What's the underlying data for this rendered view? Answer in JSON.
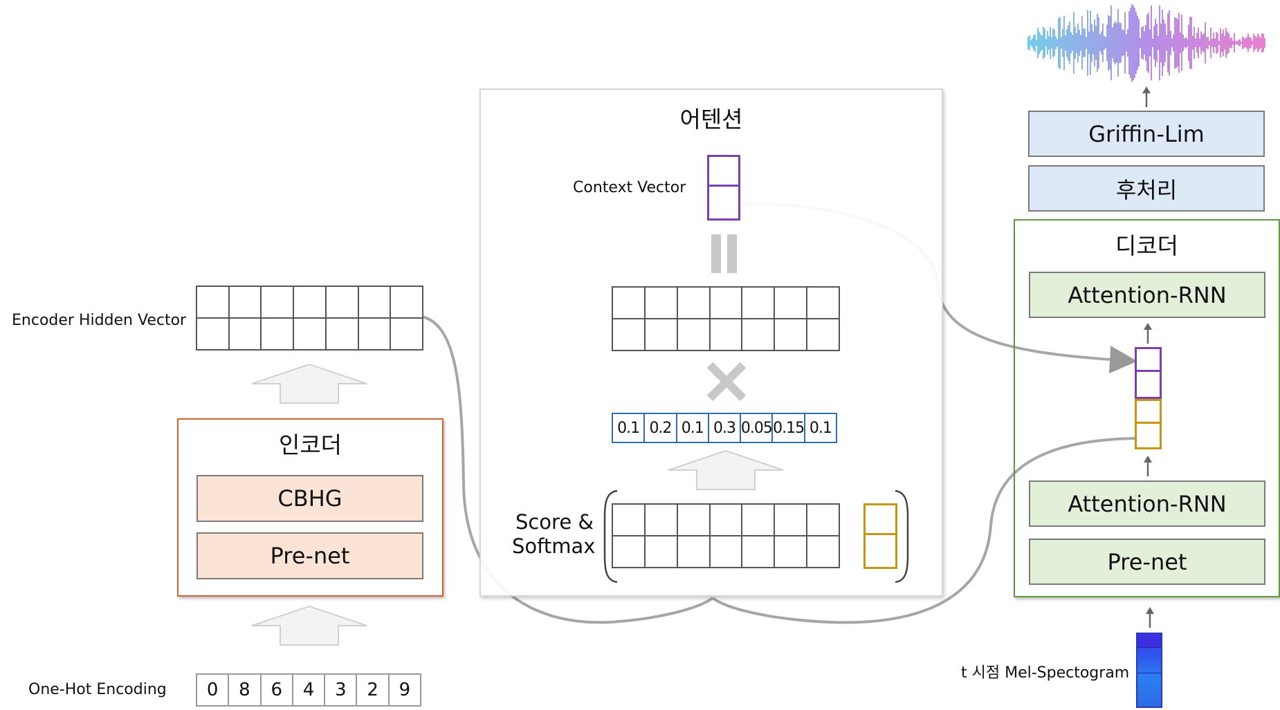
{
  "encoder": {
    "title": "인코더",
    "blocks": [
      "CBHG",
      "Pre-net"
    ],
    "hidden_label": "Encoder Hidden Vector",
    "onehot_label": "One-Hot Encoding",
    "onehot_values": [
      "0",
      "8",
      "6",
      "4",
      "3",
      "2",
      "9"
    ]
  },
  "attention": {
    "title": "어텐션",
    "context_label": "Context Vector",
    "weights": [
      "0.1",
      "0.2",
      "0.1",
      "0.3",
      "0.05",
      "0.15",
      "0.1"
    ],
    "score_label_line1": "Score &",
    "score_label_line2": "Softmax"
  },
  "decoder": {
    "title": "디코더",
    "top_rnn": "Attention-RNN",
    "bottom_rnn": "Attention-RNN",
    "prenet": "Pre-net",
    "input_label": "t 시점 Mel-Spectogram"
  },
  "post": {
    "postprocess": "후처리",
    "vocoder": "Griffin-Lim"
  },
  "colors": {
    "encoder_border": "#d9602c",
    "encoder_block": "#fbe4d6",
    "decoder_border": "#5e9b3c",
    "decoder_block": "#e2efd9",
    "post_block": "#dde9f6",
    "context_vector": "#7a3fb0",
    "decoder_state": "#c8950f",
    "weights_border": "#2e6fb3",
    "mel": "#2f4fe0"
  }
}
